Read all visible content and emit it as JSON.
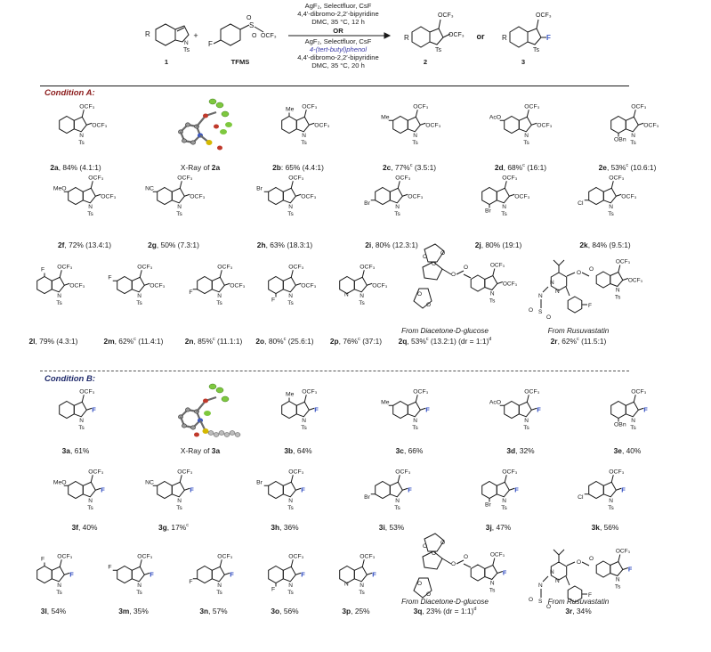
{
  "scheme": {
    "reagent_line1": "AgF₂, Selectfluor, CsF",
    "reagent_line2": "4,4′-dibromo-2,2′-bipyridine",
    "reagent_line3": "DMC, 35 °C, 12 h",
    "or_label": "OR",
    "reagent_line4": "AgF₂, Selectfluor, CsF",
    "reagent_line5": "4-(tert-butyl)phenol",
    "reagent_line6": "4,4′-dibromo-2,2′-bipyridine",
    "reagent_line7": "DMC, 35 °C, 20 h",
    "plus": "+",
    "or_products": "or",
    "label_1": "1",
    "label_tfms": "TFMS",
    "label_2": "2",
    "label_3": "3",
    "atoms": {
      "r": "R",
      "ts": "Ts",
      "f": "F",
      "s": "S",
      "o": "O",
      "ocf3": "OCF₃",
      "me": "Me",
      "aco": "AcO",
      "obn": "OBn",
      "meo": "MeO",
      "nc": "NC",
      "br": "Br",
      "cl": "Cl",
      "n": "N",
      "xray": "X-Ray of"
    }
  },
  "conditions": {
    "a": "Condition A:",
    "b": "Condition B:"
  },
  "captions_a": [
    {
      "id": "2a",
      "rest": ", 84% (4.1:1)"
    },
    {
      "id": "2a",
      "prefix": "X-Ray of ",
      "rest": ""
    },
    {
      "id": "2b",
      "rest": ": 65% (4.4:1)"
    },
    {
      "id": "2c",
      "rest": ", 77%",
      "sup": "c",
      "rest2": " (3.5:1)"
    },
    {
      "id": "2d",
      "rest": ", 68%",
      "sup": "c",
      "rest2": " (16:1)"
    },
    {
      "id": "2e",
      "rest": ", 53%",
      "sup": "c",
      "rest2": " (10.6:1)"
    },
    {
      "id": "2f",
      "rest": ", 72% (13.4:1)"
    },
    {
      "id": "2g",
      "rest": ", 50% (7.3:1)"
    },
    {
      "id": "2h",
      "rest": ", 63% (18.3:1)"
    },
    {
      "id": "2i",
      "rest": ", 80% (12.3:1)"
    },
    {
      "id": "2j",
      "rest": ", 80% (19:1)"
    },
    {
      "id": "2k",
      "rest": ", 84% (9.5:1)"
    },
    {
      "id": "2l",
      "rest": ", 79% (4.3:1)"
    },
    {
      "id": "2m",
      "rest": ", 62%",
      "sup": "c",
      "rest2": " (11.4:1)"
    },
    {
      "id": "2n",
      "rest": ", 85%",
      "sup": "c",
      "rest2": " (11.1:1)"
    },
    {
      "id": "2o",
      "rest": ", 80%",
      "sup": "c",
      "rest2": " (25.6:1)"
    },
    {
      "id": "2p",
      "rest": ", 76%",
      "sup": "c",
      "rest2": " (37:1)"
    },
    {
      "id": "2q",
      "rest": ", 53%",
      "sup": "c",
      "rest2": " (13.2:1)  (dr = 1:1)",
      "sup2": "d"
    },
    {
      "id": "2r",
      "rest": ", 62%",
      "sup": "c",
      "rest2": " (11.5:1)"
    }
  ],
  "captions_b": [
    {
      "id": "3a",
      "rest": ", 61%"
    },
    {
      "id": "3a",
      "prefix": "X-Ray of ",
      "rest": ""
    },
    {
      "id": "3b",
      "rest": ", 64%"
    },
    {
      "id": "3c",
      "rest": ", 66%"
    },
    {
      "id": "3d",
      "rest": ", 32%"
    },
    {
      "id": "3e",
      "rest": ", 40%"
    },
    {
      "id": "3f",
      "rest": ", 40%"
    },
    {
      "id": "3g",
      "rest": ", 17%",
      "sup": "c"
    },
    {
      "id": "3h",
      "rest": ", 36%"
    },
    {
      "id": "3i",
      "rest": ", 53%"
    },
    {
      "id": "3j",
      "rest": ", 47%"
    },
    {
      "id": "3k",
      "rest": ", 56%"
    },
    {
      "id": "3l",
      "rest": ", 54%"
    },
    {
      "id": "3m",
      "rest": ", 35%"
    },
    {
      "id": "3n",
      "rest": ", 57%"
    },
    {
      "id": "3o",
      "rest": ", 56%"
    },
    {
      "id": "3p",
      "rest": ", 25%"
    },
    {
      "id": "3q",
      "rest": ", 23% (dr = 1:1)",
      "sup2": "d"
    },
    {
      "id": "3r",
      "rest": ", 34%"
    }
  ],
  "sources": {
    "glucose": "From Diacetone-D-glucose",
    "rosuvastatin": "From Rusuvastatin"
  },
  "colors": {
    "condition_text": "#1f2a6b",
    "ink": "#1a1a1a",
    "phenol_text": "#3a3aa8",
    "xray_green": "#7ec83f",
    "xray_red": "#c0392b",
    "xray_blue": "#3b58c4",
    "xray_yellow": "#d4b800"
  }
}
